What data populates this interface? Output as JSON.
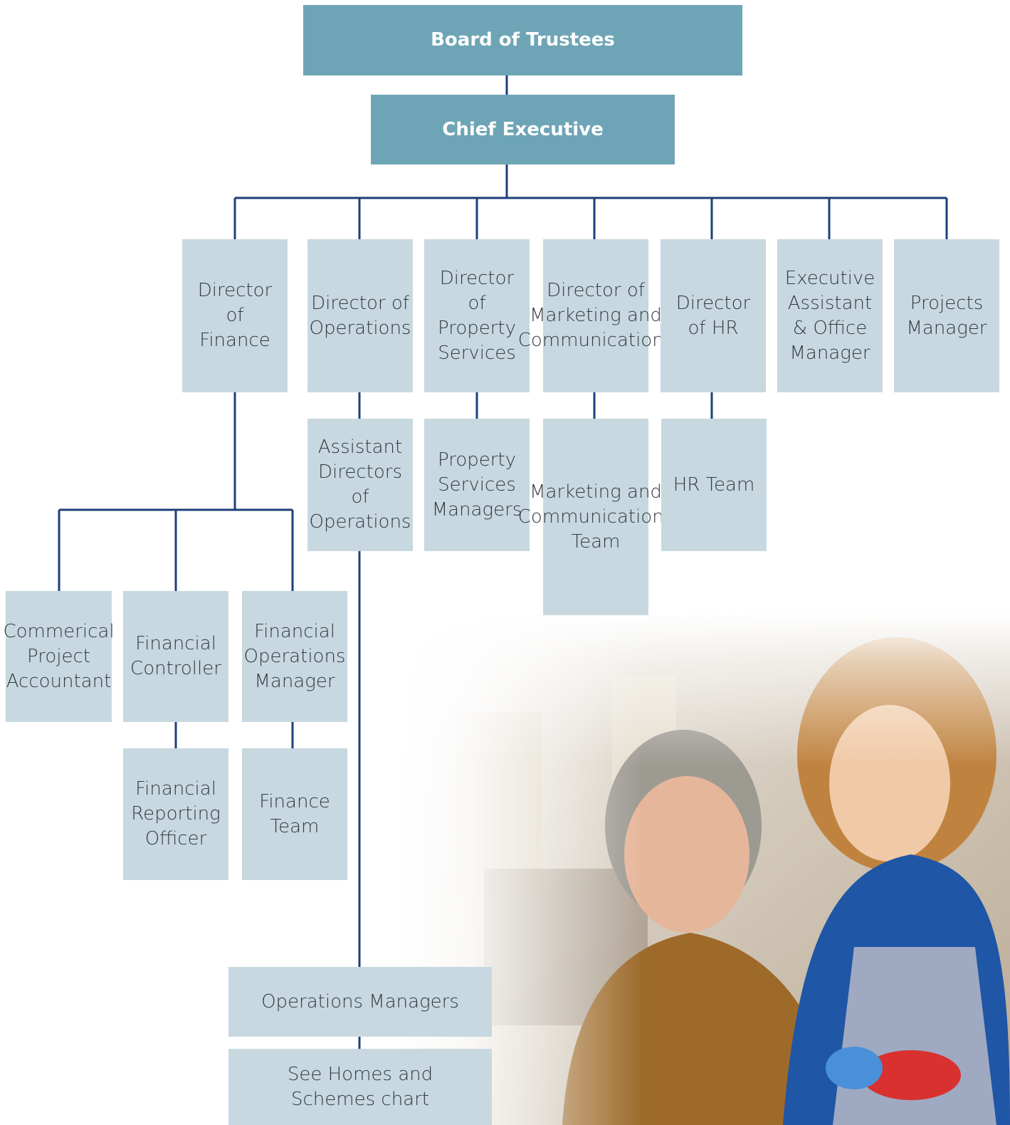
{
  "nodes": {
    "board": "Board of Trustees",
    "ceo": "Chief Executive",
    "dir_finance": "Director of Finance",
    "dir_operations": "Director of Operations",
    "dir_property": "Director of Property Services",
    "dir_marketing": "Director of Marketing and Communications",
    "dir_hr": "Director of HR",
    "exec_assistant": "Executive Assistant & Office Manager",
    "projects_manager": "Projects Manager",
    "asst_dir_ops": "Assistant Directors of Operations",
    "property_managers": "Property Services Managers",
    "marketing_team": "Marketing and Communications Team",
    "hr_team": "HR Team",
    "commercial_accountant": "Commerical Project Accountant",
    "financial_controller": "Financial Controller",
    "fin_ops_manager": "Financial Operations Manager",
    "fin_reporting_officer": "Financial Reporting Officer",
    "finance_team": "Finance Team",
    "operations_managers": "Operations Managers",
    "homes_chart": "See Homes and Schemes chart"
  },
  "colors": {
    "header_box": "#6ea5b6",
    "role_box": "#c8d8e0",
    "connector": "#1e3f7a"
  }
}
